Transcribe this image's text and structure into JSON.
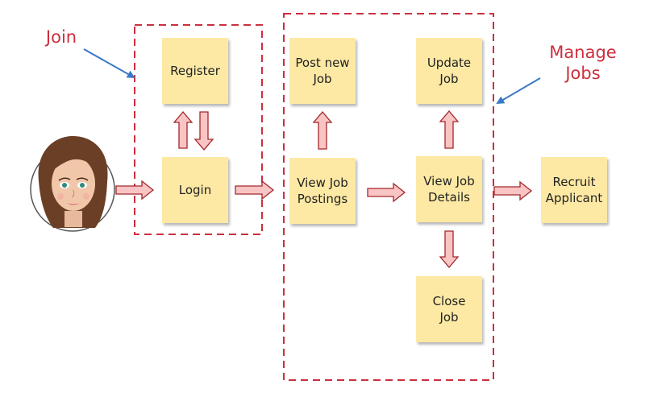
{
  "diagram": {
    "groups": {
      "join": {
        "label": "Join"
      },
      "manage_jobs": {
        "label": "Manage\nJobs"
      }
    },
    "nodes": {
      "register": "Register",
      "login": "Login",
      "post_new_job": "Post new\nJob",
      "view_job_postings": "View Job\nPostings",
      "update_job": "Update\nJob",
      "view_job_details": "View Job\nDetails",
      "close_job": "Close\nJob",
      "recruit_applicant": "Recruit\nApplicant"
    },
    "actor": {
      "icon": "user-avatar-icon"
    }
  },
  "colors": {
    "note_fill": "#fde9a4",
    "group_border": "#cc2f3e",
    "group_label": "#cc2f3e",
    "arrow_fill": "#f9c4c4",
    "arrow_stroke": "#a3282b",
    "pointer_line": "#3a78c6"
  }
}
